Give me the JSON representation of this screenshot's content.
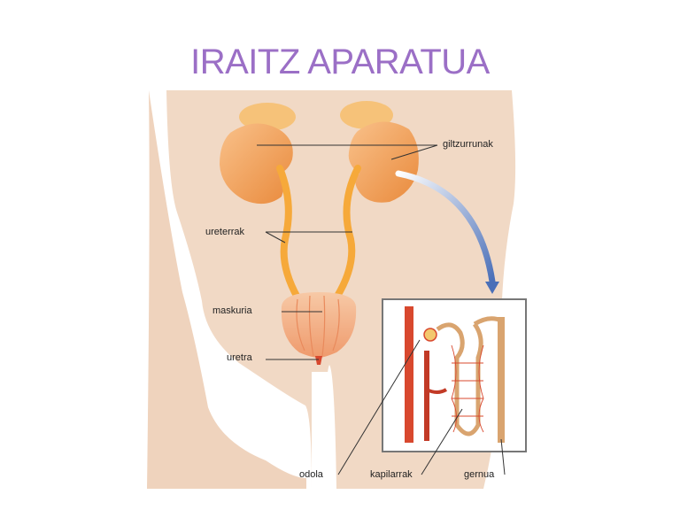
{
  "title": "IRAITZ APARATUA",
  "labels": {
    "kidneys": "giltzurrunak",
    "ureters": "ureterrak",
    "bladder": "maskuria",
    "urethra": "uretra",
    "blood": "odola",
    "capillaries": "kapilarrak",
    "urine": "gernua"
  },
  "colors": {
    "title": "#9b6fc6",
    "skin": "#f1d9c5",
    "organ": "#f3a45c",
    "ureter": "#f6a93a",
    "artery": "#d8482e",
    "tubule": "#d9a46f",
    "arrow": "#5b7fc4"
  }
}
